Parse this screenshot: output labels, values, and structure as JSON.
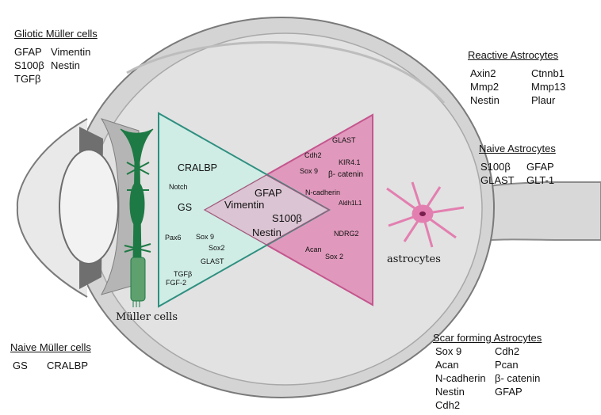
{
  "gliotic_muller": {
    "title": "Gliotic Müller cells",
    "rows": [
      [
        "GFAP",
        "Vimentin"
      ],
      [
        "S100β",
        "Nestin"
      ],
      [
        "TGFβ",
        ""
      ]
    ]
  },
  "naive_muller": {
    "title": "Naive Müller cells",
    "rows": [
      [
        "GS",
        "CRALBP"
      ]
    ]
  },
  "reactive_astro": {
    "title": "Reactive Astrocytes",
    "rows": [
      [
        "Axin2",
        "Ctnnb1"
      ],
      [
        "Mmp2",
        "Mmp13"
      ],
      [
        "Nestin",
        "Plaur"
      ]
    ]
  },
  "naive_astro": {
    "title": "Naive Astrocytes",
    "rows": [
      [
        "S100β",
        "GFAP"
      ],
      [
        "GLAST",
        "GLT-1"
      ]
    ]
  },
  "scar_astro": {
    "title": "Scar forming  Astrocytes",
    "rows": [
      [
        "Sox 9",
        "Cdh2"
      ],
      [
        "Acan",
        "Pcan"
      ],
      [
        "N-cadherin",
        "β- catenin"
      ],
      [
        "Nestin",
        "GFAP"
      ],
      [
        "Cdh2",
        ""
      ]
    ]
  },
  "muller_label": "Müller cells",
  "astro_label": "astrocytes",
  "teal_triangle": {
    "cralbp": "CRALBP",
    "notch": "Notch",
    "gs": "GS",
    "pax6": "Pax6",
    "sox9": "Sox 9",
    "sox2": "Sox2",
    "glast": "GLAST",
    "tgfb": "TGFβ",
    "fgf2": "FGF-2"
  },
  "pink_triangle": {
    "glast": "GLAST",
    "cdh2": "Cdh2",
    "kir41": "KIR4.1",
    "sox9": "Sox 9",
    "bcatenin": "β- catenin",
    "ncadherin": "N-cadherin",
    "aldh1l1": "Aldh1L1",
    "ndrg2": "NDRG2",
    "acan": "Acan",
    "sox2": "Sox 2"
  },
  "overlap": {
    "gfap": "GFAP",
    "vimentin": "Vimentin",
    "s100b": "S100β",
    "nestin": "Nestin"
  },
  "colors": {
    "teal_fill": "#cdeee6",
    "teal_stroke": "#2f8f80",
    "pink_fill": "#df92b9",
    "pink_stroke": "#c4568e",
    "muller_green": "#1e7a45",
    "astro_pink": "#e37fb0"
  }
}
